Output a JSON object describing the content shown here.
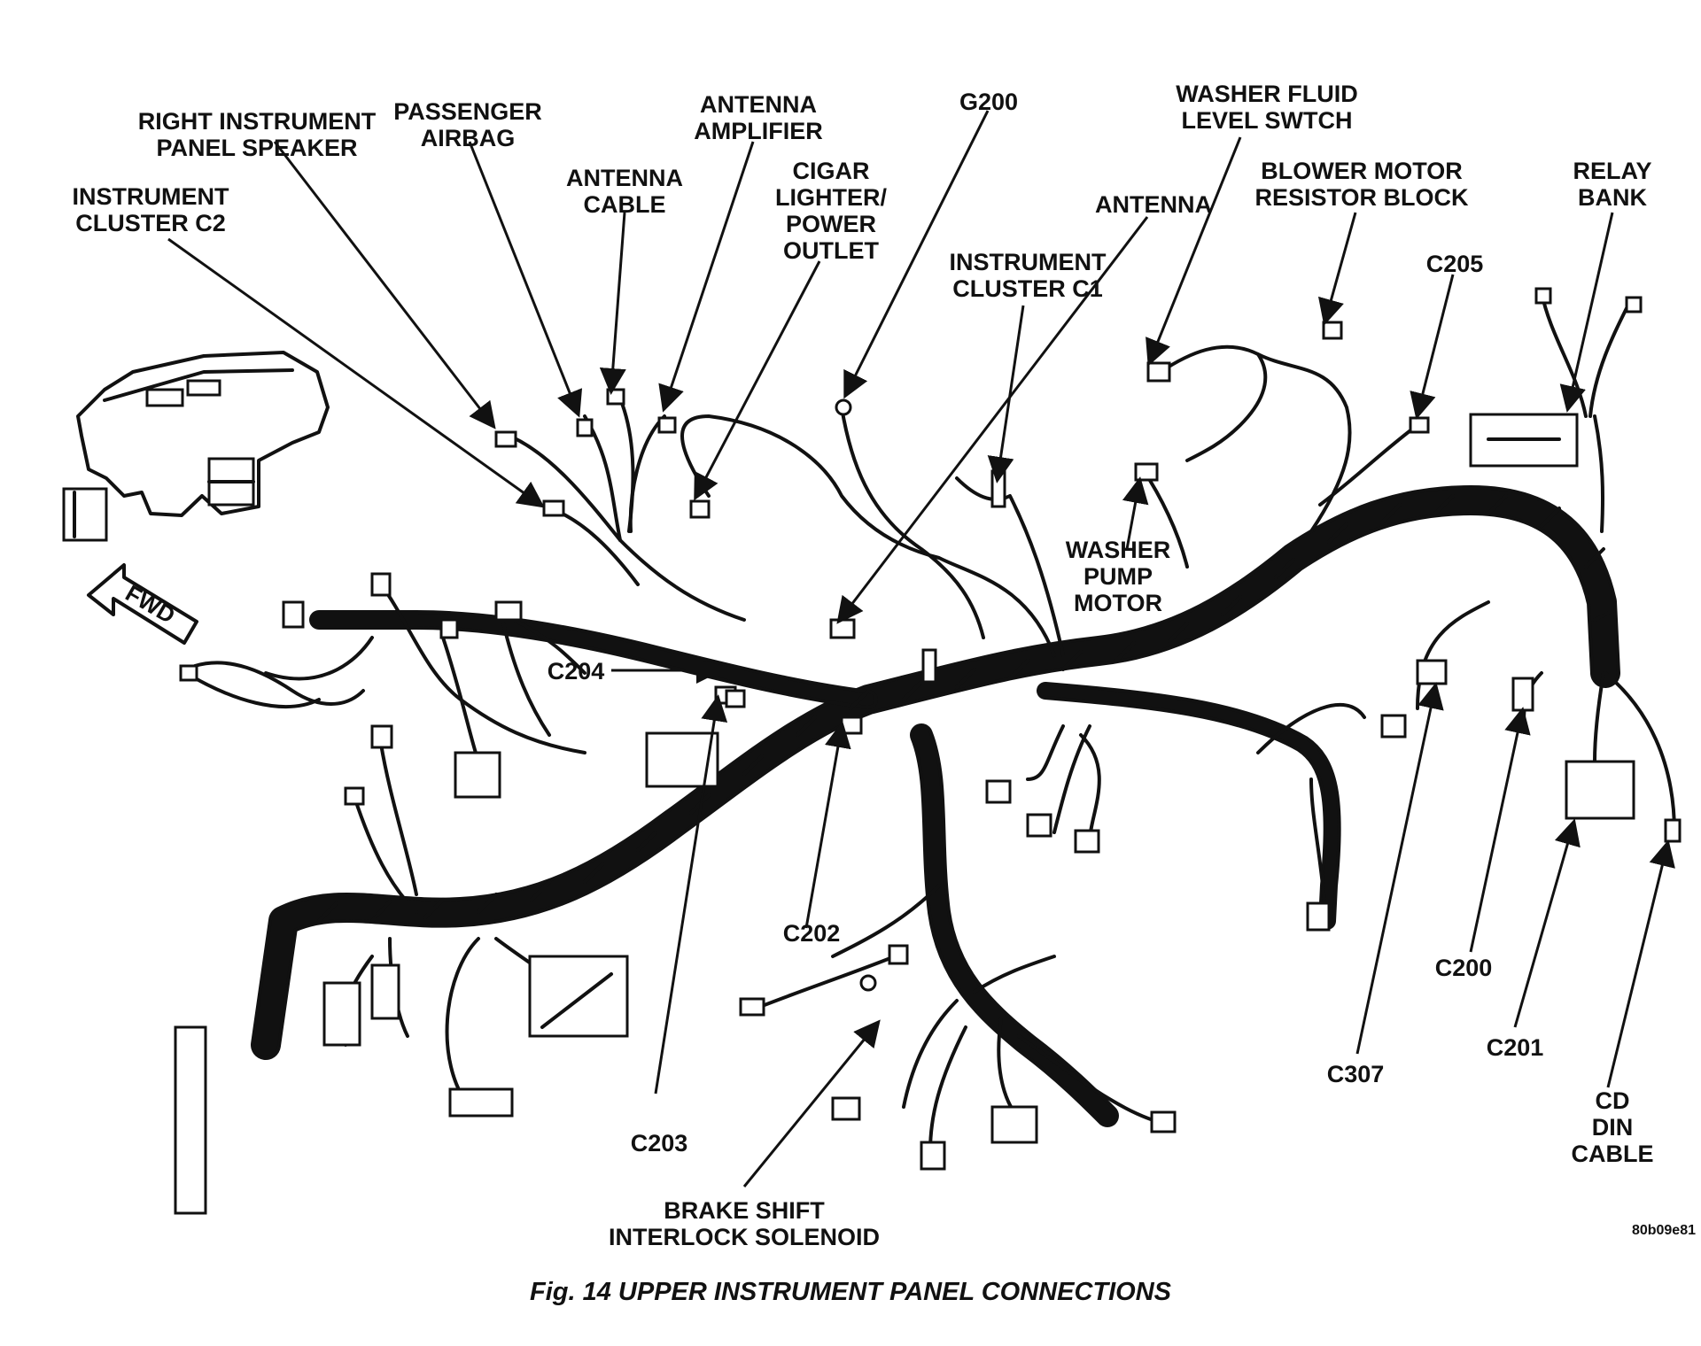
{
  "caption": "Fig. 14 UPPER INSTRUMENT PANEL CONNECTIONS",
  "code": "80b09e81",
  "fwd": "FWD",
  "labels": {
    "instrument_cluster_c2": [
      "INSTRUMENT",
      "CLUSTER C2"
    ],
    "right_ip_speaker": [
      "RIGHT INSTRUMENT",
      "PANEL SPEAKER"
    ],
    "passenger_airbag": [
      "PASSENGER",
      "AIRBAG"
    ],
    "antenna_cable": [
      "ANTENNA",
      "CABLE"
    ],
    "antenna_amplifier": [
      "ANTENNA",
      "AMPLIFIER"
    ],
    "cigar_lighter": [
      "CIGAR",
      "LIGHTER/",
      "POWER",
      "OUTLET"
    ],
    "g200": [
      "G200"
    ],
    "instrument_cluster_c1": [
      "INSTRUMENT",
      "CLUSTER C1"
    ],
    "antenna": [
      "ANTENNA"
    ],
    "washer_fluid_level_switch": [
      "WASHER FLUID",
      "LEVEL SWTCH"
    ],
    "blower_motor_resistor_block": [
      "BLOWER MOTOR",
      "RESISTOR BLOCK"
    ],
    "relay_bank": [
      "RELAY",
      "BANK"
    ],
    "c205": [
      "C205"
    ],
    "washer_pump_motor": [
      "WASHER",
      "PUMP",
      "MOTOR"
    ],
    "c204": [
      "C204"
    ],
    "c202": [
      "C202"
    ],
    "c203": [
      "C203"
    ],
    "brake_shift_interlock": [
      "BRAKE SHIFT",
      "INTERLOCK SOLENOID"
    ],
    "c307": [
      "C307"
    ],
    "c200": [
      "C200"
    ],
    "c201": [
      "C201"
    ],
    "cd_din_cable": [
      "CD",
      "DIN",
      "CABLE"
    ]
  }
}
